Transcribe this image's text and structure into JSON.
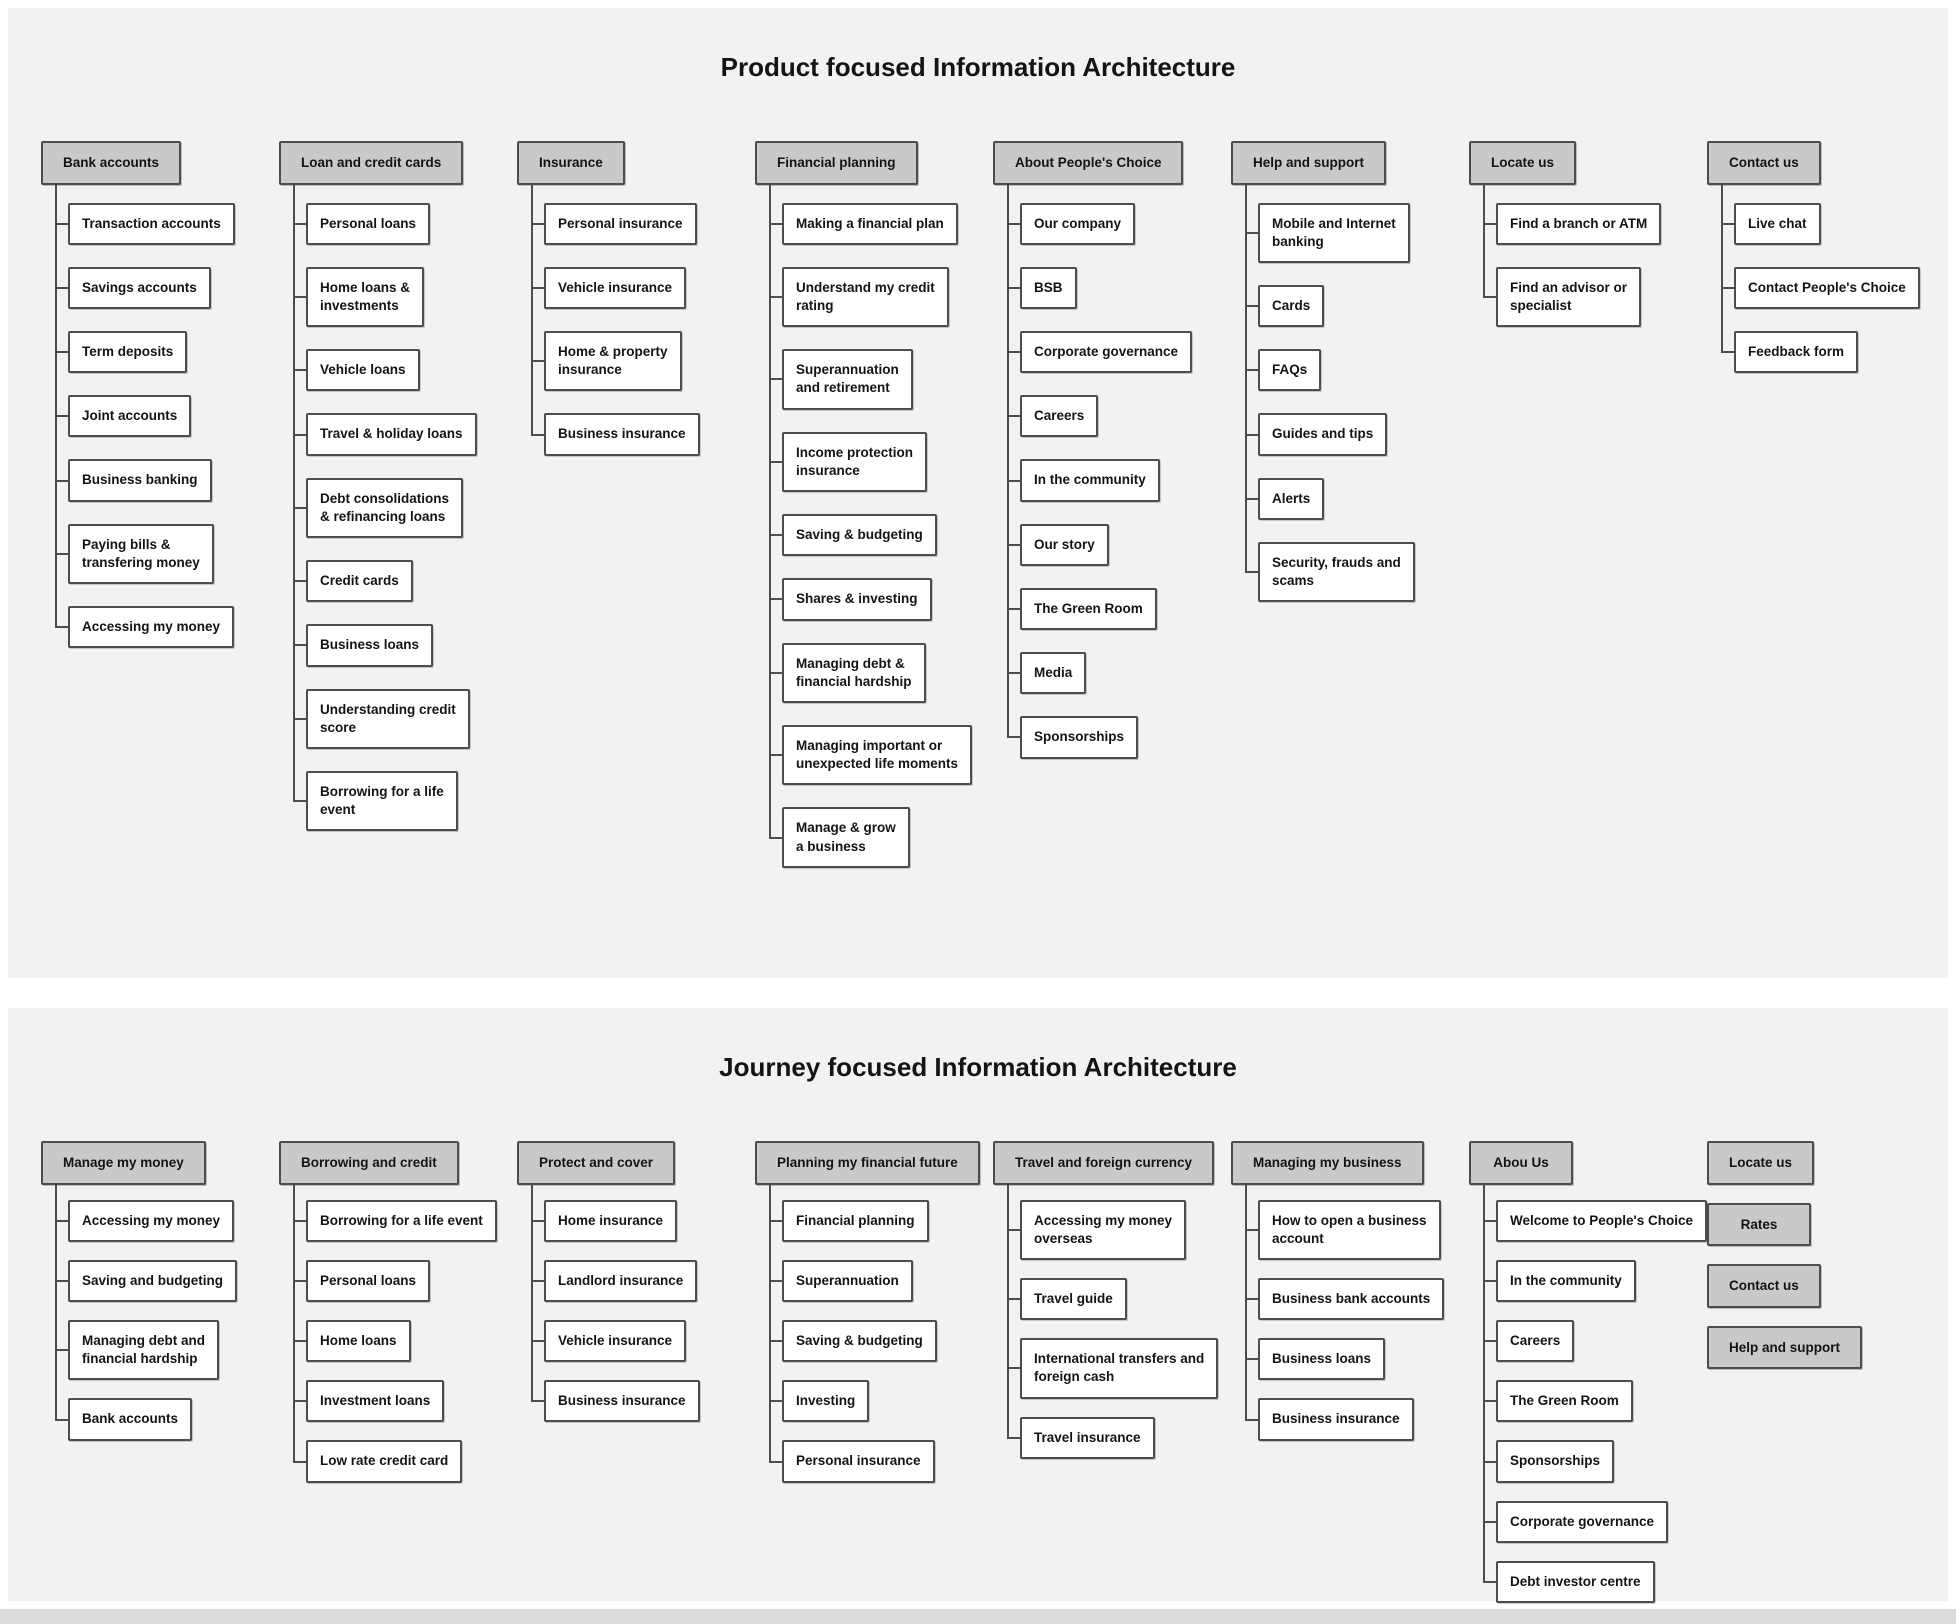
{
  "colors": {
    "page_bg": "#ffffff",
    "panel_bg": "#f1f2f2",
    "header_fill": "#c9c9c9",
    "box_bg": "#ffffff",
    "line": "#4d4d4d",
    "text": "#141414",
    "strip": "#dbdcdc"
  },
  "sections": [
    {
      "id": "product",
      "title": "Product focused Information Architecture",
      "columns": [
        {
          "header": "Bank accounts",
          "children": [
            "Transaction accounts",
            "Savings accounts",
            "Term deposits",
            "Joint accounts",
            "Business banking",
            "Paying bills &\ntransfering money",
            "Accessing my money"
          ]
        },
        {
          "header": "Loan and credit cards",
          "children": [
            "Personal loans",
            "Home loans &\ninvestments",
            "Vehicle loans",
            "Travel & holiday loans",
            "Debt consolidations\n& refinancing loans",
            "Credit cards",
            "Business loans",
            "Understanding credit\nscore",
            "Borrowing for a life\nevent"
          ]
        },
        {
          "header": "Insurance",
          "children": [
            "Personal insurance",
            "Vehicle insurance",
            "Home & property\ninsurance",
            "Business insurance"
          ]
        },
        {
          "header": "Financial planning",
          "children": [
            "Making a financial plan",
            "Understand my credit\nrating",
            "Superannuation\nand retirement",
            "Income protection\ninsurance",
            "Saving & budgeting",
            "Shares & investing",
            "Managing debt &\nfinancial hardship",
            "Managing important or\nunexpected life moments",
            "Manage & grow\na business"
          ]
        },
        {
          "header": "About People's Choice",
          "children": [
            "Our company",
            "BSB",
            "Corporate governance",
            "Careers",
            "In the community",
            "Our story",
            "The Green Room",
            "Media",
            "Sponsorships"
          ]
        },
        {
          "header": "Help and support",
          "children": [
            "Mobile and Internet\nbanking",
            "Cards",
            "FAQs",
            "Guides and tips",
            "Alerts",
            "Security, frauds and\nscams"
          ]
        },
        {
          "header": "Locate us",
          "children": [
            "Find a branch or ATM",
            "Find an advisor or\nspecialist"
          ]
        },
        {
          "header": "Contact us",
          "children": [
            "Live chat",
            "Contact People's Choice",
            "Feedback form"
          ]
        }
      ]
    },
    {
      "id": "journey",
      "title": "Journey focused Information Architecture",
      "columns": [
        {
          "header": "Manage my money",
          "children": [
            "Accessing my money",
            "Saving and budgeting",
            "Managing debt and\nfinancial hardship",
            "Bank accounts"
          ]
        },
        {
          "header": "Borrowing and credit",
          "children": [
            "Borrowing for a life event",
            "Personal loans",
            "Home loans",
            "Investment loans",
            "Low rate credit card"
          ]
        },
        {
          "header": "Protect and cover",
          "children": [
            "Home insurance",
            "Landlord insurance",
            "Vehicle insurance",
            "Business insurance"
          ]
        },
        {
          "header": "Planning my financial future",
          "children": [
            "Financial planning",
            "Superannuation",
            "Saving & budgeting",
            "Investing",
            "Personal insurance"
          ]
        },
        {
          "header": "Travel and foreign currency",
          "children": [
            "Accessing my money\noverseas",
            "Travel guide",
            "International transfers and\nforeign cash",
            "Travel insurance"
          ]
        },
        {
          "header": "Managing my business",
          "children": [
            "How to open a business\naccount",
            "Business bank accounts",
            "Business loans",
            "Business insurance"
          ]
        },
        {
          "header": "Abou Us",
          "children": [
            "Welcome to People's Choice",
            "In the community",
            "Careers",
            "The Green Room",
            "Sponsorships",
            "Corporate governance",
            "Debt investor centre"
          ]
        },
        {
          "headers": [
            "Locate us",
            "Rates",
            "Contact us",
            "Help and support"
          ]
        }
      ]
    }
  ]
}
